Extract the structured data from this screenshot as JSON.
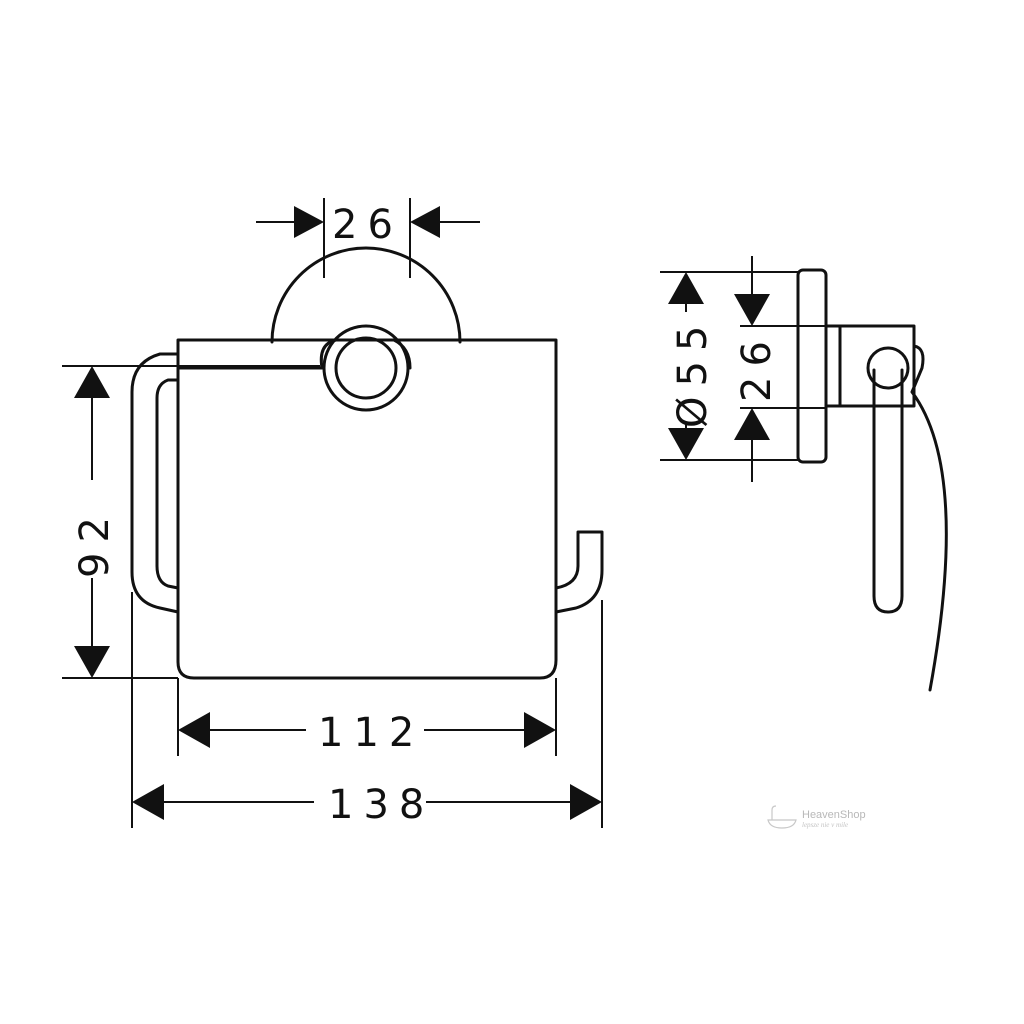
{
  "dimensions": {
    "front_top_width": "26",
    "front_height": "92",
    "front_inner_width": "112",
    "front_total_width": "138",
    "side_diameter": "Ø55",
    "side_inner": "26"
  },
  "watermark": {
    "name": "HeavenShop",
    "tagline": "lepsze nie v mile"
  }
}
